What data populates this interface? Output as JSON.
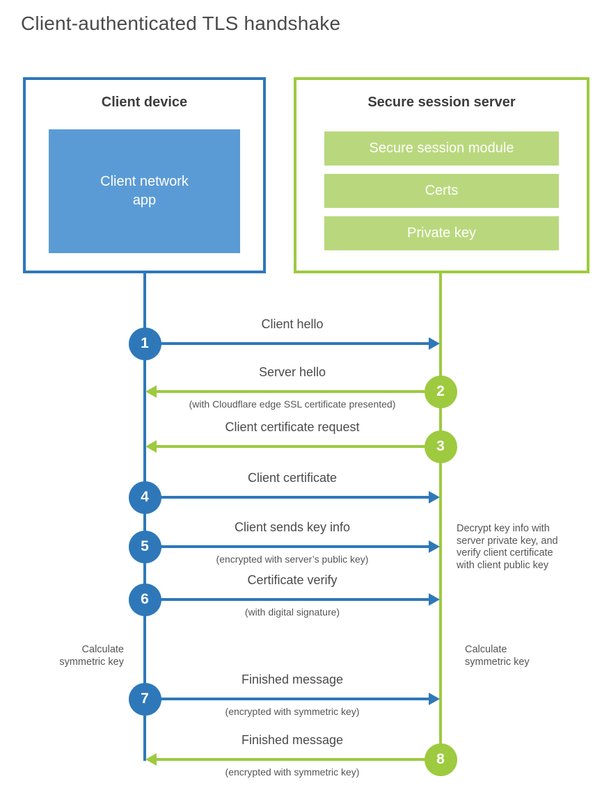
{
  "title": "Client-authenticated TLS handshake",
  "colors": {
    "blue": "#2e78ba",
    "blue_fill": "#5b9bd5",
    "green": "#9dca3f",
    "green_fill": "#b9d87d"
  },
  "client": {
    "heading": "Client device",
    "app_label": "Client network\napp"
  },
  "server": {
    "heading": "Secure session server",
    "modules": [
      "Secure session module",
      "Certs",
      "Private key"
    ]
  },
  "steps": [
    {
      "number": "1",
      "label": "Client hello",
      "sublabel": "",
      "from": "client",
      "direction": "right"
    },
    {
      "number": "2",
      "label": "Server hello",
      "sublabel": "(with Cloudflare edge SSL certificate presented)",
      "from": "server",
      "direction": "left"
    },
    {
      "number": "3",
      "label": "Client certificate request",
      "sublabel": "",
      "from": "server",
      "direction": "left"
    },
    {
      "number": "4",
      "label": "Client certificate",
      "sublabel": "",
      "from": "client",
      "direction": "right"
    },
    {
      "number": "5",
      "label": "Client sends key info",
      "sublabel": "(encrypted with server’s public key)",
      "from": "client",
      "direction": "right"
    },
    {
      "number": "6",
      "label": "Certificate verify",
      "sublabel": "(with digital signature)",
      "from": "client",
      "direction": "right"
    },
    {
      "number": "7",
      "label": "Finished message",
      "sublabel": "(encrypted with symmetric key)",
      "from": "client",
      "direction": "right"
    },
    {
      "number": "8",
      "label": "Finished message",
      "sublabel": "(encrypted with symmetric key)",
      "from": "server",
      "direction": "left"
    }
  ],
  "notes": {
    "decrypt": "Decrypt key info with\nserver private key, and\nverify client certificate\nwith client public key",
    "calc_left": "Calculate\nsymmetric key",
    "calc_right": "Calculate\nsymmetric key"
  }
}
